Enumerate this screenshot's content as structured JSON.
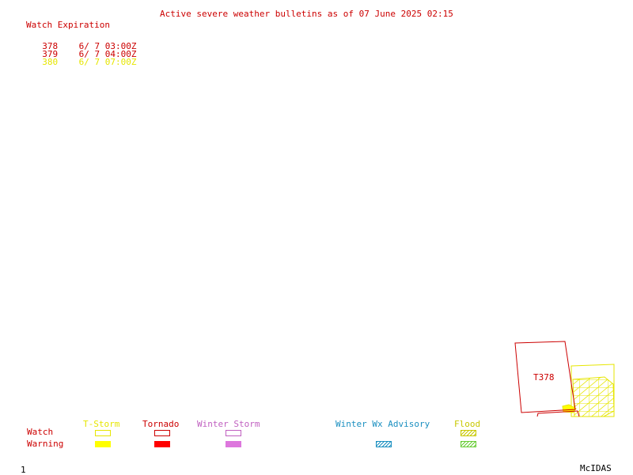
{
  "header": {
    "title": "Active severe weather bulletins as of 07 June 2025 02:15"
  },
  "watch_expiration": {
    "heading": "Watch Expiration",
    "items": [
      {
        "id": "378",
        "time": "6/ 7 03:00Z",
        "color": "#cc0000"
      },
      {
        "id": "379",
        "time": "6/ 7 04:00Z",
        "color": "#cc0000"
      },
      {
        "id": "380",
        "time": "6/ 7 07:00Z",
        "color": "#e6e600"
      }
    ]
  },
  "map": {
    "watch_box_label": "T378"
  },
  "legend": {
    "row_watch": "Watch",
    "row_warning": "Warning",
    "categories": [
      {
        "label": "T-Storm",
        "color": "#e6e600"
      },
      {
        "label": "Tornado",
        "color": "#cc0000"
      },
      {
        "label": "Winter Storm",
        "color": "#c060c0"
      },
      {
        "label": "Winter Wx Advisory",
        "color": "#1a8fc0"
      },
      {
        "label": "Flood",
        "color": "#c8c800"
      }
    ]
  },
  "footer": {
    "frame_number": "1",
    "software": "McIDAS"
  },
  "colors": {
    "tstorm_warning_fill": "#ffff00",
    "tornado_warning_fill": "#ff0000",
    "winter_storm_warning_fill": "#dd77dd",
    "advisory_hatch": "#1a8fc0",
    "flood_hatch": "#66cc33"
  }
}
